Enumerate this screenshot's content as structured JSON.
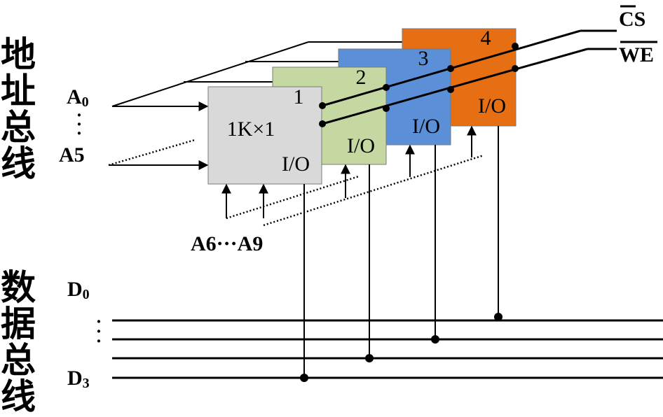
{
  "address_bus": {
    "label_chars": [
      "地",
      "址",
      "总",
      "线"
    ]
  },
  "data_bus": {
    "label_chars": [
      "数",
      "据",
      "总",
      "线"
    ]
  },
  "address_lines": {
    "a0_main": "A",
    "a0_sub": "0",
    "vdots": "·",
    "a5": "A5",
    "high_bits": "A6···A9"
  },
  "data_lines": {
    "d0_main": "D",
    "d0_sub": "0",
    "vdots": "·",
    "d3_main": "D",
    "d3_sub": "3"
  },
  "control_signals": {
    "cs": "CS",
    "we": "WE"
  },
  "chips": [
    {
      "number": "1",
      "io": "I/O",
      "capacity": "1K×1",
      "fill": "#d9d9d9"
    },
    {
      "number": "2",
      "io": "I/O",
      "fill": "#c5d8a1"
    },
    {
      "number": "3",
      "io": "I/O",
      "fill": "#5b8fd8"
    },
    {
      "number": "4",
      "io": "I/O",
      "fill": "#e56f12"
    }
  ]
}
